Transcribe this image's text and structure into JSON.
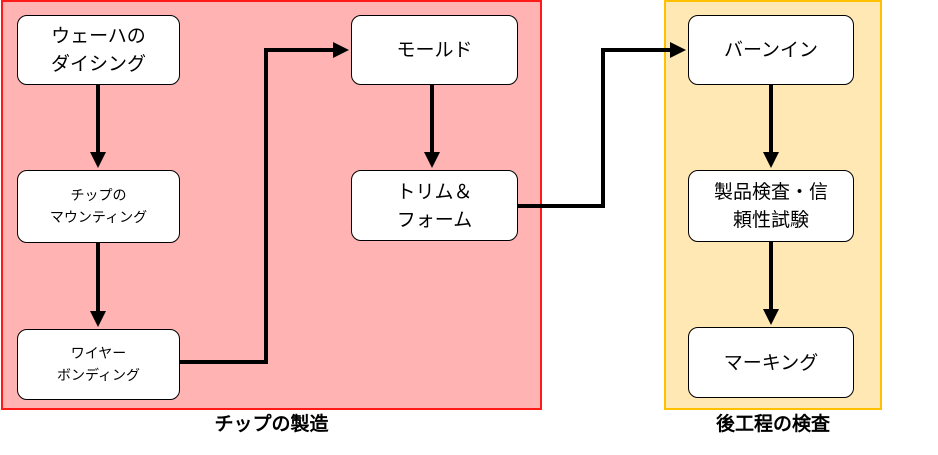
{
  "regions": {
    "chip_manufacturing": {
      "caption": "チップの製造",
      "fill": "#ffb3b3",
      "border": "#ff1a1a"
    },
    "post_process_test": {
      "caption": "後工程の検査",
      "fill": "#ffe8b3",
      "border": "#ffc000"
    }
  },
  "steps": {
    "wafer_dicing": "ウェーハの\nダイシング",
    "chip_mounting": "チップの\nマウンティング",
    "wire_bonding": "ワイヤー\nボンディング",
    "mold": "モールド",
    "trim_form": "トリム＆\nフォーム",
    "burn_in": "バーンイン",
    "product_test": "製品検査・信\n頼性試験",
    "marking": "マーキング"
  }
}
